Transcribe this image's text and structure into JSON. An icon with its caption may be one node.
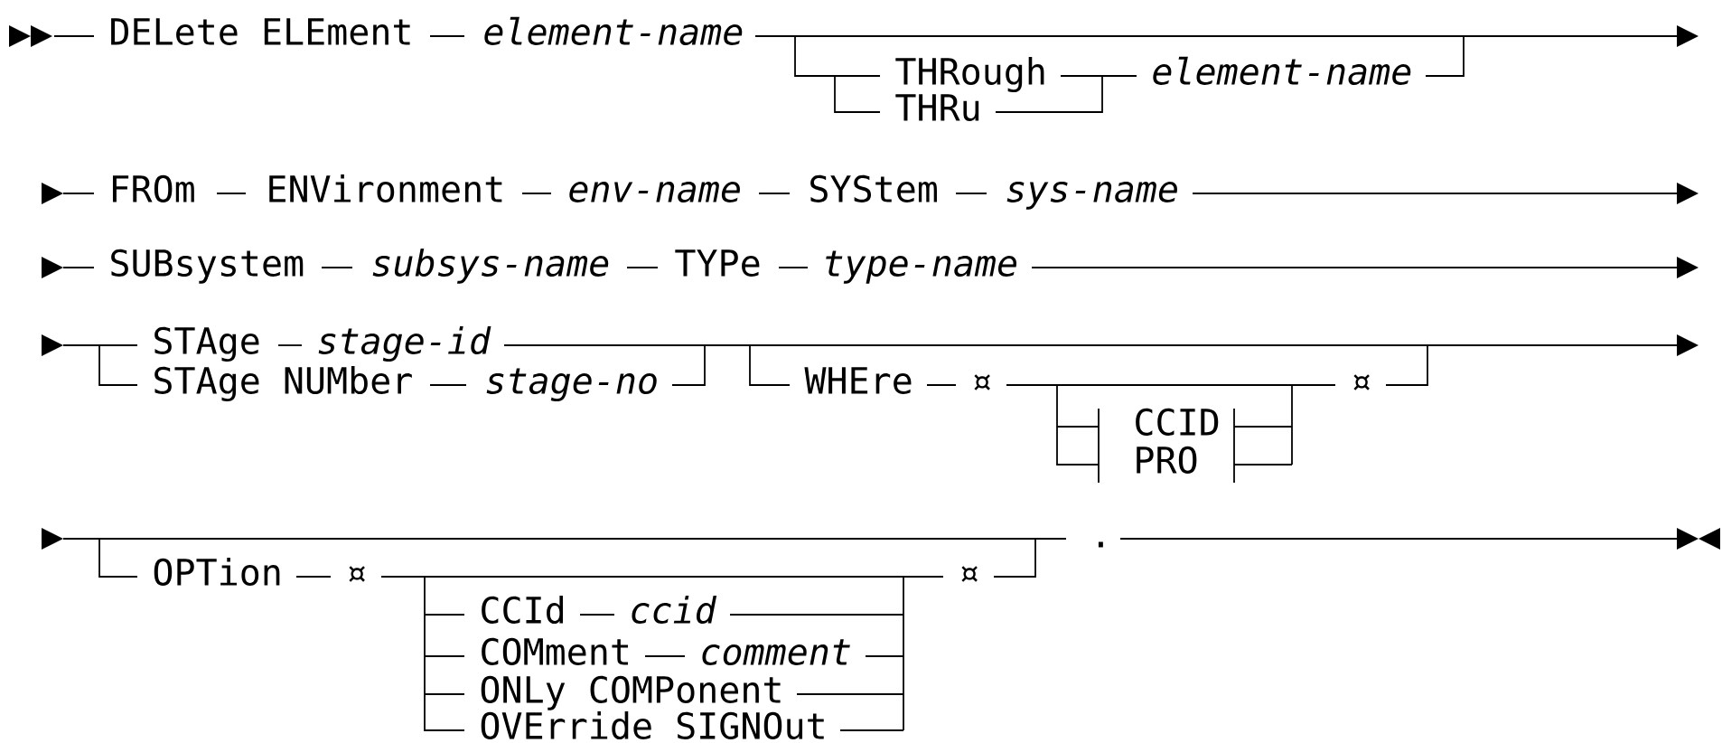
{
  "diagram": {
    "labels": [
      "DELete ELEment",
      "element-name",
      "THRough",
      "THRu",
      "element-name",
      "FROm",
      "ENVironment",
      "env-name",
      "SYStem",
      "sys-name",
      "SUBsystem",
      "subsys-name",
      "TYPe",
      "type-name",
      "STAge",
      "stage-id",
      "STAge NUMber",
      "stage-no",
      "WHEre",
      "¤",
      "CCID",
      "PRO",
      "¤",
      "OPTion",
      "¤",
      "CCId",
      "ccid",
      "COMment",
      "comment",
      "ONLy COMPonent",
      "OVErride SIGNOut",
      "¤",
      "."
    ]
  }
}
